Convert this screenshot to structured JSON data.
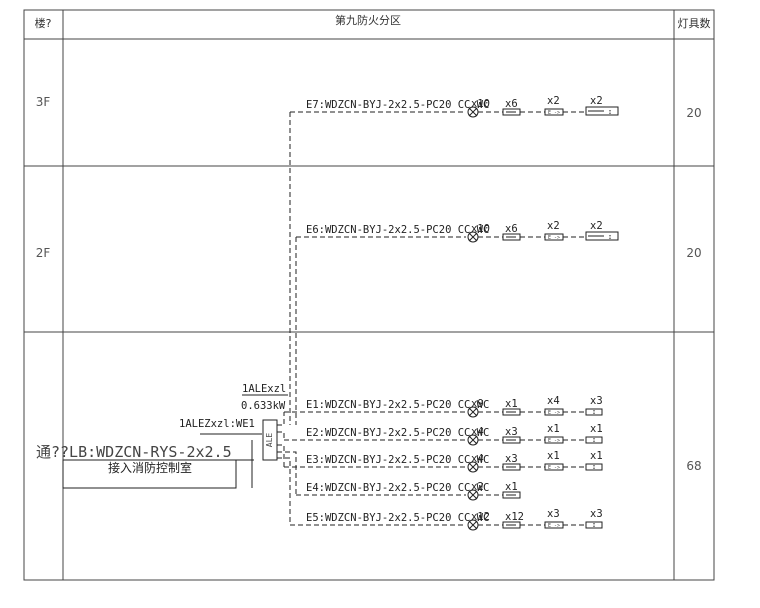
{
  "header": {
    "floor_col": "楼?",
    "zone_col": "第九防火分区",
    "count_col": "灯具数"
  },
  "rows": [
    {
      "floor": "3F",
      "count": "20"
    },
    {
      "floor": "2F",
      "count": "20"
    },
    {
      "floor": "",
      "count": "68"
    }
  ],
  "circuits": [
    {
      "label": "E7:WDZCN-BYJ-2x2.5-PC20 CC WC",
      "q1": "x10",
      "q2": "x6",
      "q3": "x2",
      "q4": "x2"
    },
    {
      "label": "E6:WDZCN-BYJ-2x2.5-PC20 CC WC",
      "q1": "x10",
      "q2": "x6",
      "q3": "x2",
      "q4": "x2"
    },
    {
      "label": "E1:WDZCN-BYJ-2x2.5-PC20 CC WC",
      "q1": "x9",
      "q2": "x1",
      "q3": "x4",
      "q4": "x3"
    },
    {
      "label": "E2:WDZCN-BYJ-2x2.5-PC20 CC WC",
      "q1": "x4",
      "q2": "x3",
      "q3": "x1",
      "q4": "x1"
    },
    {
      "label": "E3:WDZCN-BYJ-2x2.5-PC20 CC WC",
      "q1": "x4",
      "q2": "x3",
      "q3": "x1",
      "q4": "x1"
    },
    {
      "label": "E4:WDZCN-BYJ-2x2.5-PC20 CC WC",
      "q1": "x2",
      "q2": "x1",
      "q3": "",
      "q4": ""
    },
    {
      "label": "E5:WDZCN-BYJ-2x2.5-PC20 CC WC",
      "q1": "x12",
      "q2": "x12",
      "q3": "x3",
      "q4": "x3"
    }
  ],
  "panel": {
    "name": "1ALEZxzl:WE1",
    "feeder_name": "1ALExzl",
    "power": "0.633kW",
    "box_label": "ALE",
    "cable": "通??LB:WDZCN-RYS-2x2.5",
    "fire_control": "接入消防控制室"
  },
  "fixture_tags": {
    "exit": "E",
    "exit_arrow": "E ->",
    "light": "I"
  }
}
